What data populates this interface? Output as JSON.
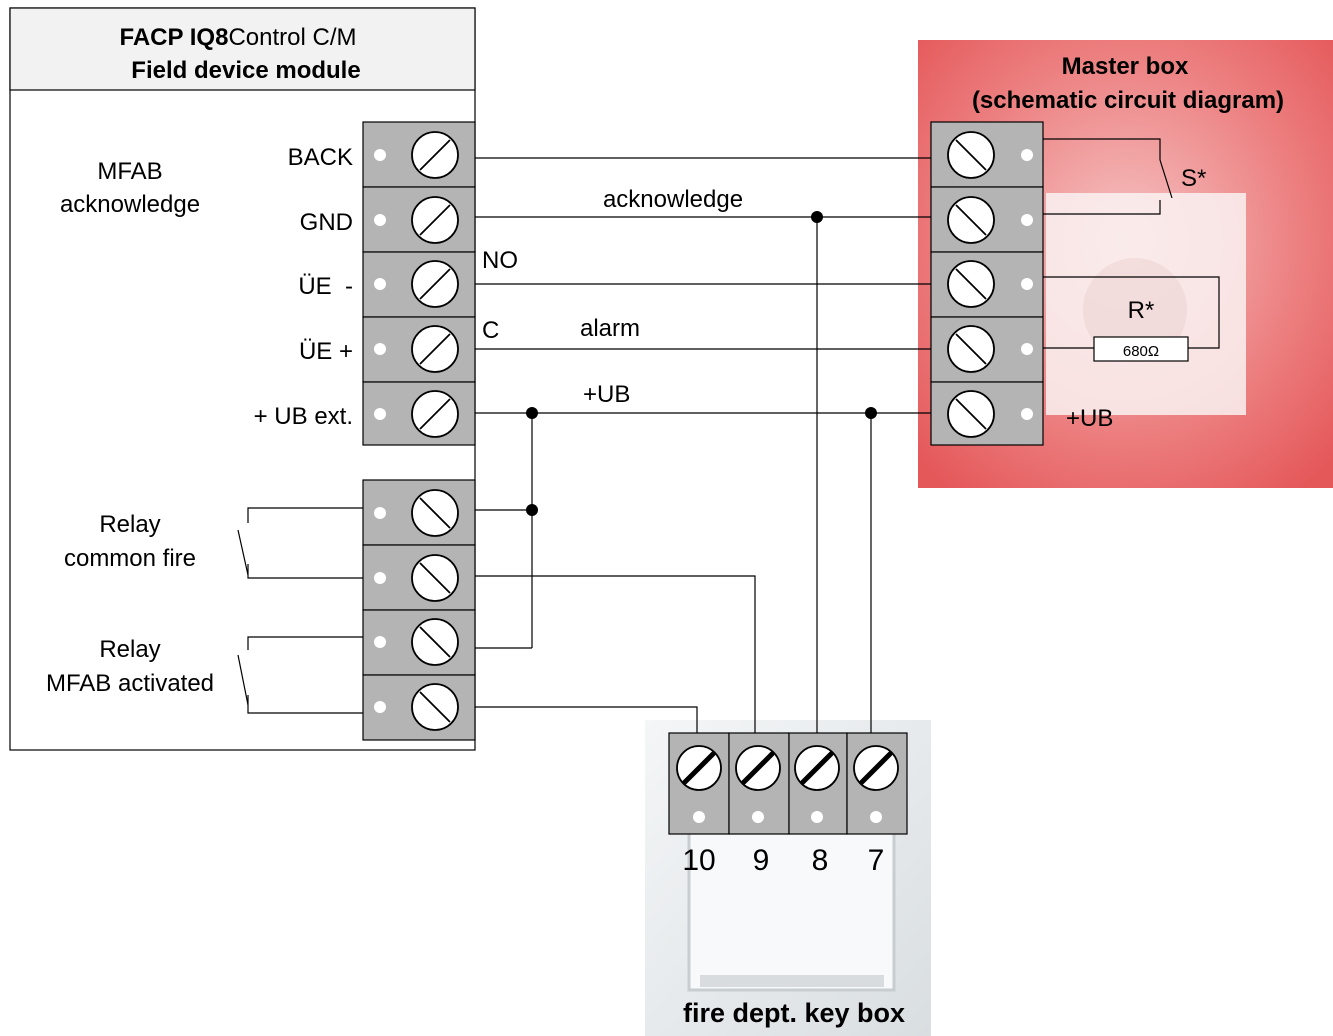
{
  "module": {
    "title_bold": "FACP IQ8",
    "title_regular": "Control C/M",
    "subtitle": "Field device module",
    "terminals": [
      "BACK",
      "GND",
      "ÜE  -",
      "ÜE +",
      "+ UB ext."
    ],
    "group_label_line1": "MFAB",
    "group_label_line2": "acknowledge",
    "relay1_line1": "Relay",
    "relay1_line2": "common fire",
    "relay2_line1": "Relay",
    "relay2_line2": "MFAB activated"
  },
  "master_box": {
    "title_line1": "Master box",
    "title_line2": "(schematic circuit diagram)",
    "switch_label": "S*",
    "resistor_label": "R*",
    "resistor_value": "680Ω",
    "ub_label": "+UB",
    "body_color": "#e8363a"
  },
  "wires": {
    "acknowledge": "acknowledge",
    "no": "NO",
    "c": "C",
    "alarm": "alarm",
    "ub": "+UB"
  },
  "key_box": {
    "terminals": [
      "10",
      "9",
      "8",
      "7"
    ],
    "label": "fire dept. key box"
  }
}
